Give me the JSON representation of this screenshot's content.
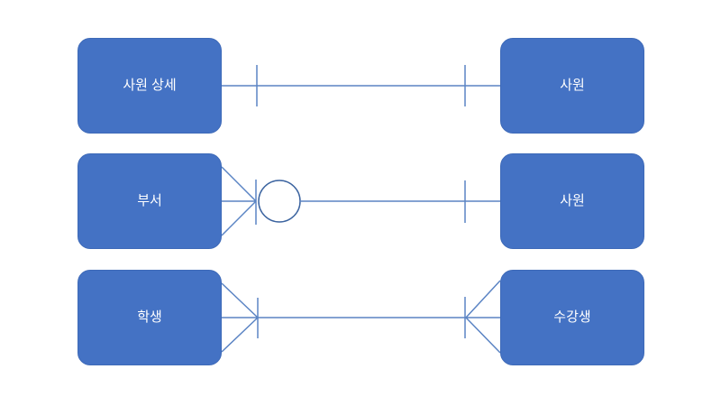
{
  "diagram": {
    "type": "entity-relationship-cardinality-diagram",
    "background_color": "#ffffff",
    "entity_fill_color": "#4472c4",
    "entity_border_color": "#3e6ab8",
    "entity_text_color": "#ffffff",
    "connector_color": "#5b84c4",
    "circle_stroke_color": "#3c64a0",
    "rows": [
      {
        "left_label": "사원 상세",
        "right_label": "사원",
        "left_symbols": [
          "tick"
        ],
        "right_symbols": [
          "tick"
        ],
        "cardinality": "one-to-one"
      },
      {
        "left_label": "부서",
        "right_label": "사원",
        "left_symbols": [
          "crow-foot",
          "tick",
          "circle"
        ],
        "right_symbols": [
          "tick"
        ],
        "cardinality": "many-to-one"
      },
      {
        "left_label": "학생",
        "right_label": "수강생",
        "left_symbols": [
          "crow-foot",
          "tick"
        ],
        "right_symbols": [
          "crow-foot",
          "tick"
        ],
        "cardinality": "many-to-many"
      }
    ]
  }
}
